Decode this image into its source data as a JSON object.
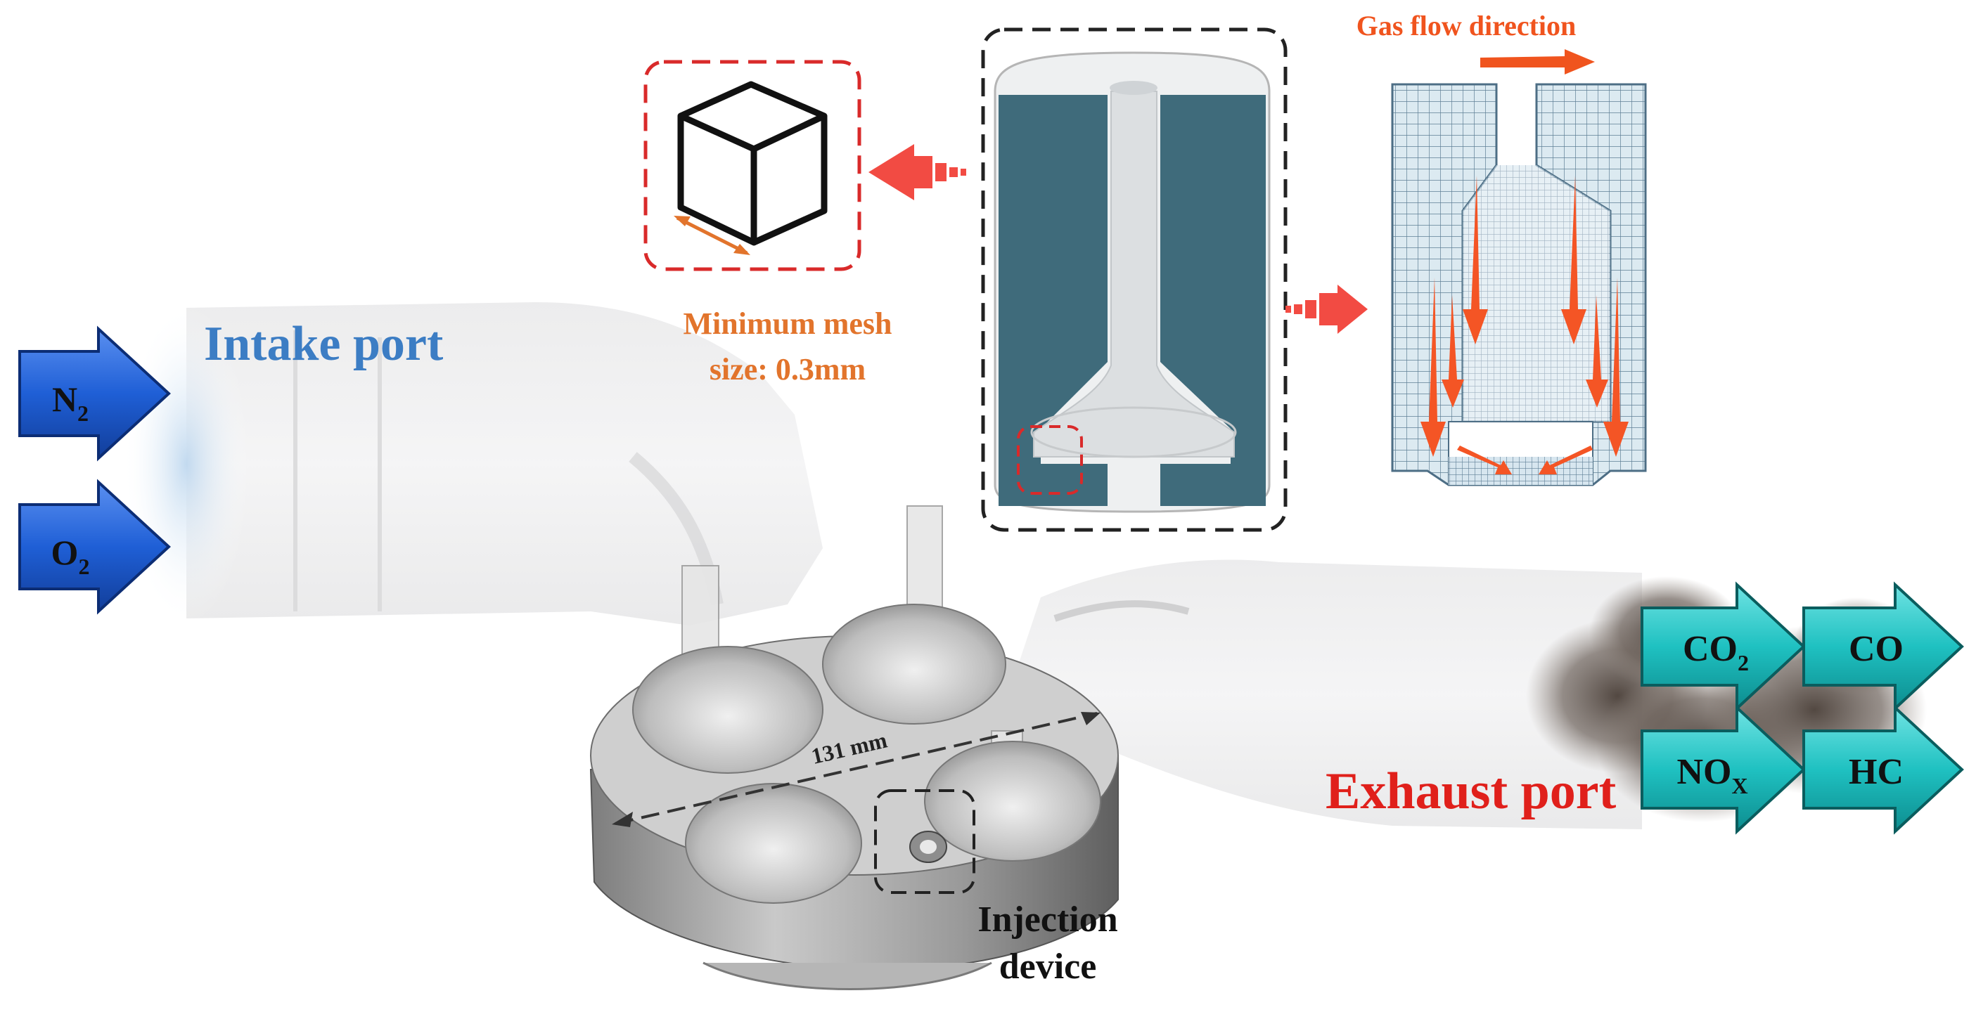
{
  "labels": {
    "intake_port": "Intake port",
    "exhaust_port": "Exhaust port",
    "gas_flow_direction": "Gas flow direction",
    "min_mesh_line1": "Minimum mesh",
    "min_mesh_line2": "size: 0.3mm",
    "injection_line1": "Injection",
    "injection_line2": "device",
    "dimension": "131 mm"
  },
  "intake_species": [
    {
      "base": "N",
      "sub": "2"
    },
    {
      "base": "O",
      "sub": "2"
    }
  ],
  "exhaust_species": [
    {
      "base": "CO",
      "sub": "2"
    },
    {
      "base": "CO",
      "sub": ""
    },
    {
      "base": "NO",
      "sub": "X"
    },
    {
      "base": "HC",
      "sub": ""
    }
  ],
  "colors": {
    "intake_label": "#3c7dc4",
    "exhaust_label": "#e0201b",
    "mesh_label": "#e2742c",
    "gas_flow_label": "#f0541e",
    "intake_arrow": "#1f5fd6",
    "exhaust_arrow": "#1fc1c1",
    "red_pointer": "#f24b43",
    "flow_arrows": "#f45525",
    "mesh_fill": "#dceaf1",
    "valve_bg": "#3f6b7b",
    "dashed_red": "#d92a2a"
  },
  "icons": [
    "cube-mesh-icon",
    "red-pointer-arrow-icon",
    "species-arrow-icon",
    "smoke-cloud-icon"
  ]
}
